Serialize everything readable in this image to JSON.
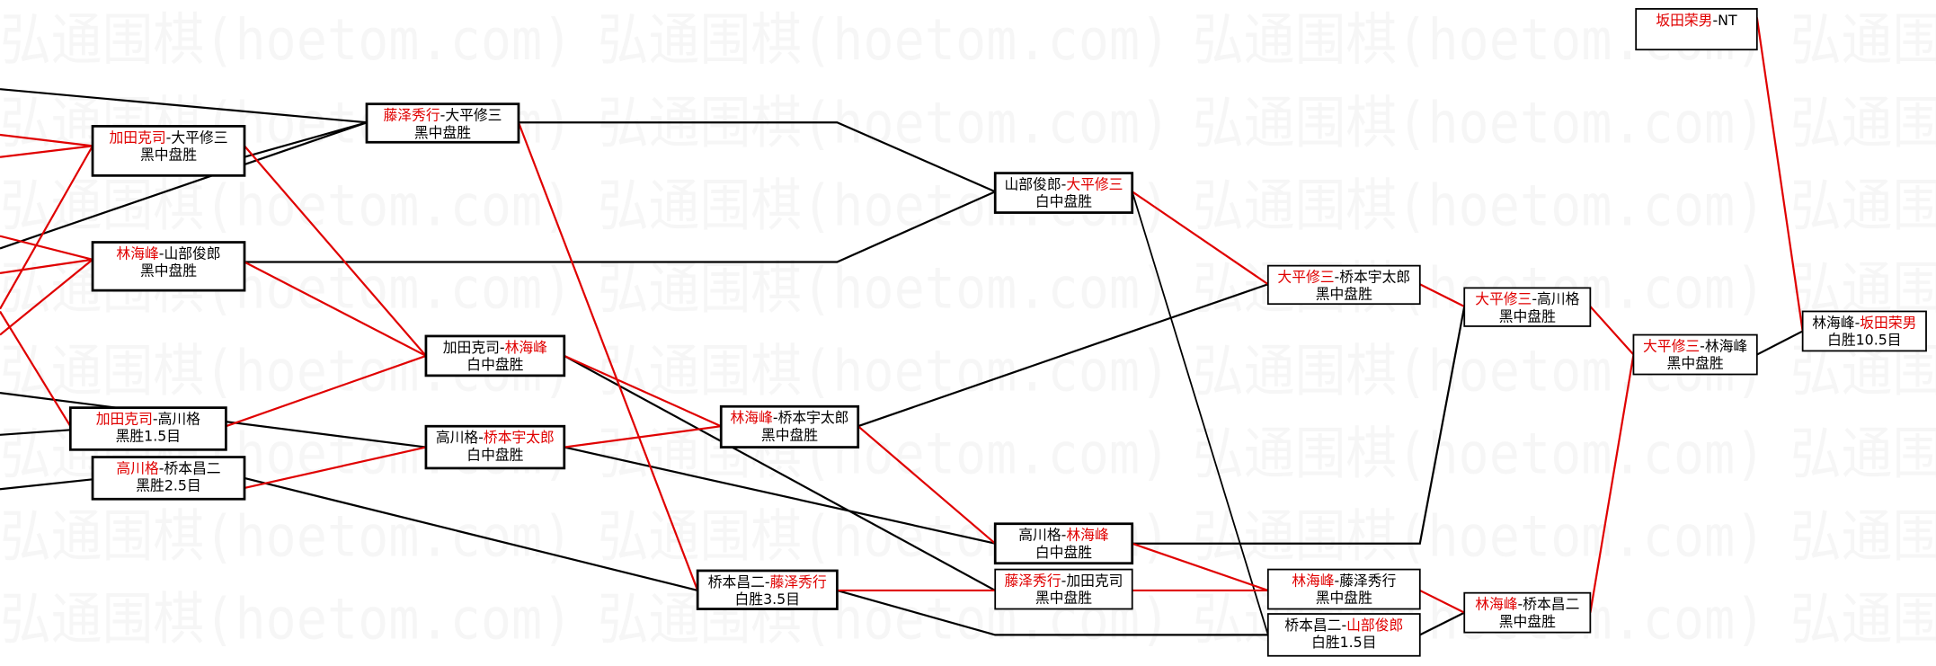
{
  "watermark": "弘通围棋(hoetom.com)",
  "colors": {
    "winner": "#e00000",
    "line_black": "#000000",
    "line_red": "#e00000"
  },
  "matches": [
    {
      "id": "A",
      "p1": "加田克司",
      "p2": "大平修三",
      "result": "黑中盘胜",
      "winner": 1
    },
    {
      "id": "B",
      "p1": "林海峰",
      "p2": "山部俊郎",
      "result": "黑中盘胜",
      "winner": 1
    },
    {
      "id": "D",
      "p1": "高川格",
      "p2": "桥本昌二",
      "result": "黑胜2.5目",
      "winner": 1
    },
    {
      "id": "C",
      "p1": "加田克司",
      "p2": "高川格",
      "result": "黑胜1.5目",
      "winner": 1
    },
    {
      "id": "E",
      "p1": "藤泽秀行",
      "p2": "大平修三",
      "result": "黑中盘胜",
      "winner": 1
    },
    {
      "id": "F",
      "p1": "加田克司",
      "p2": "林海峰",
      "result": "白中盘胜",
      "winner": 2
    },
    {
      "id": "G",
      "p1": "高川格",
      "p2": "桥本宇太郎",
      "result": "白中盘胜",
      "winner": 2
    },
    {
      "id": "H",
      "p1": "桥本昌二",
      "p2": "藤泽秀行",
      "result": "白胜3.5目",
      "winner": 2
    },
    {
      "id": "I",
      "p1": "山部俊郎",
      "p2": "大平修三",
      "result": "白中盘胜",
      "winner": 2
    },
    {
      "id": "J",
      "p1": "林海峰",
      "p2": "桥本宇太郎",
      "result": "黑中盘胜",
      "winner": 1
    },
    {
      "id": "K",
      "p1": "高川格",
      "p2": "林海峰",
      "result": "白中盘胜",
      "winner": 2
    },
    {
      "id": "L",
      "p1": "藤泽秀行",
      "p2": "加田克司",
      "result": "黑中盘胜",
      "winner": 1
    },
    {
      "id": "M",
      "p1": "大平修三",
      "p2": "桥本宇太郎",
      "result": "黑中盘胜",
      "winner": 1
    },
    {
      "id": "N",
      "p1": "林海峰",
      "p2": "藤泽秀行",
      "result": "黑中盘胜",
      "winner": 1
    },
    {
      "id": "O",
      "p1": "桥本昌二",
      "p2": "山部俊郎",
      "result": "白胜1.5目",
      "winner": 2
    },
    {
      "id": "P",
      "p1": "大平修三",
      "p2": "高川格",
      "result": "黑中盘胜",
      "winner": 1
    },
    {
      "id": "Q",
      "p1": "林海峰",
      "p2": "桥本昌二",
      "result": "黑中盘胜",
      "winner": 1
    },
    {
      "id": "R",
      "p1": "大平修三",
      "p2": "林海峰",
      "result": "黑中盘胜",
      "winner": 1
    },
    {
      "id": "S",
      "p1": "林海峰",
      "p2": "坂田荣男",
      "result": "白胜10.5目",
      "winner": 2
    },
    {
      "id": "T",
      "p1": "坂田荣男",
      "p2": "NT",
      "result": "",
      "winner": 1
    }
  ]
}
